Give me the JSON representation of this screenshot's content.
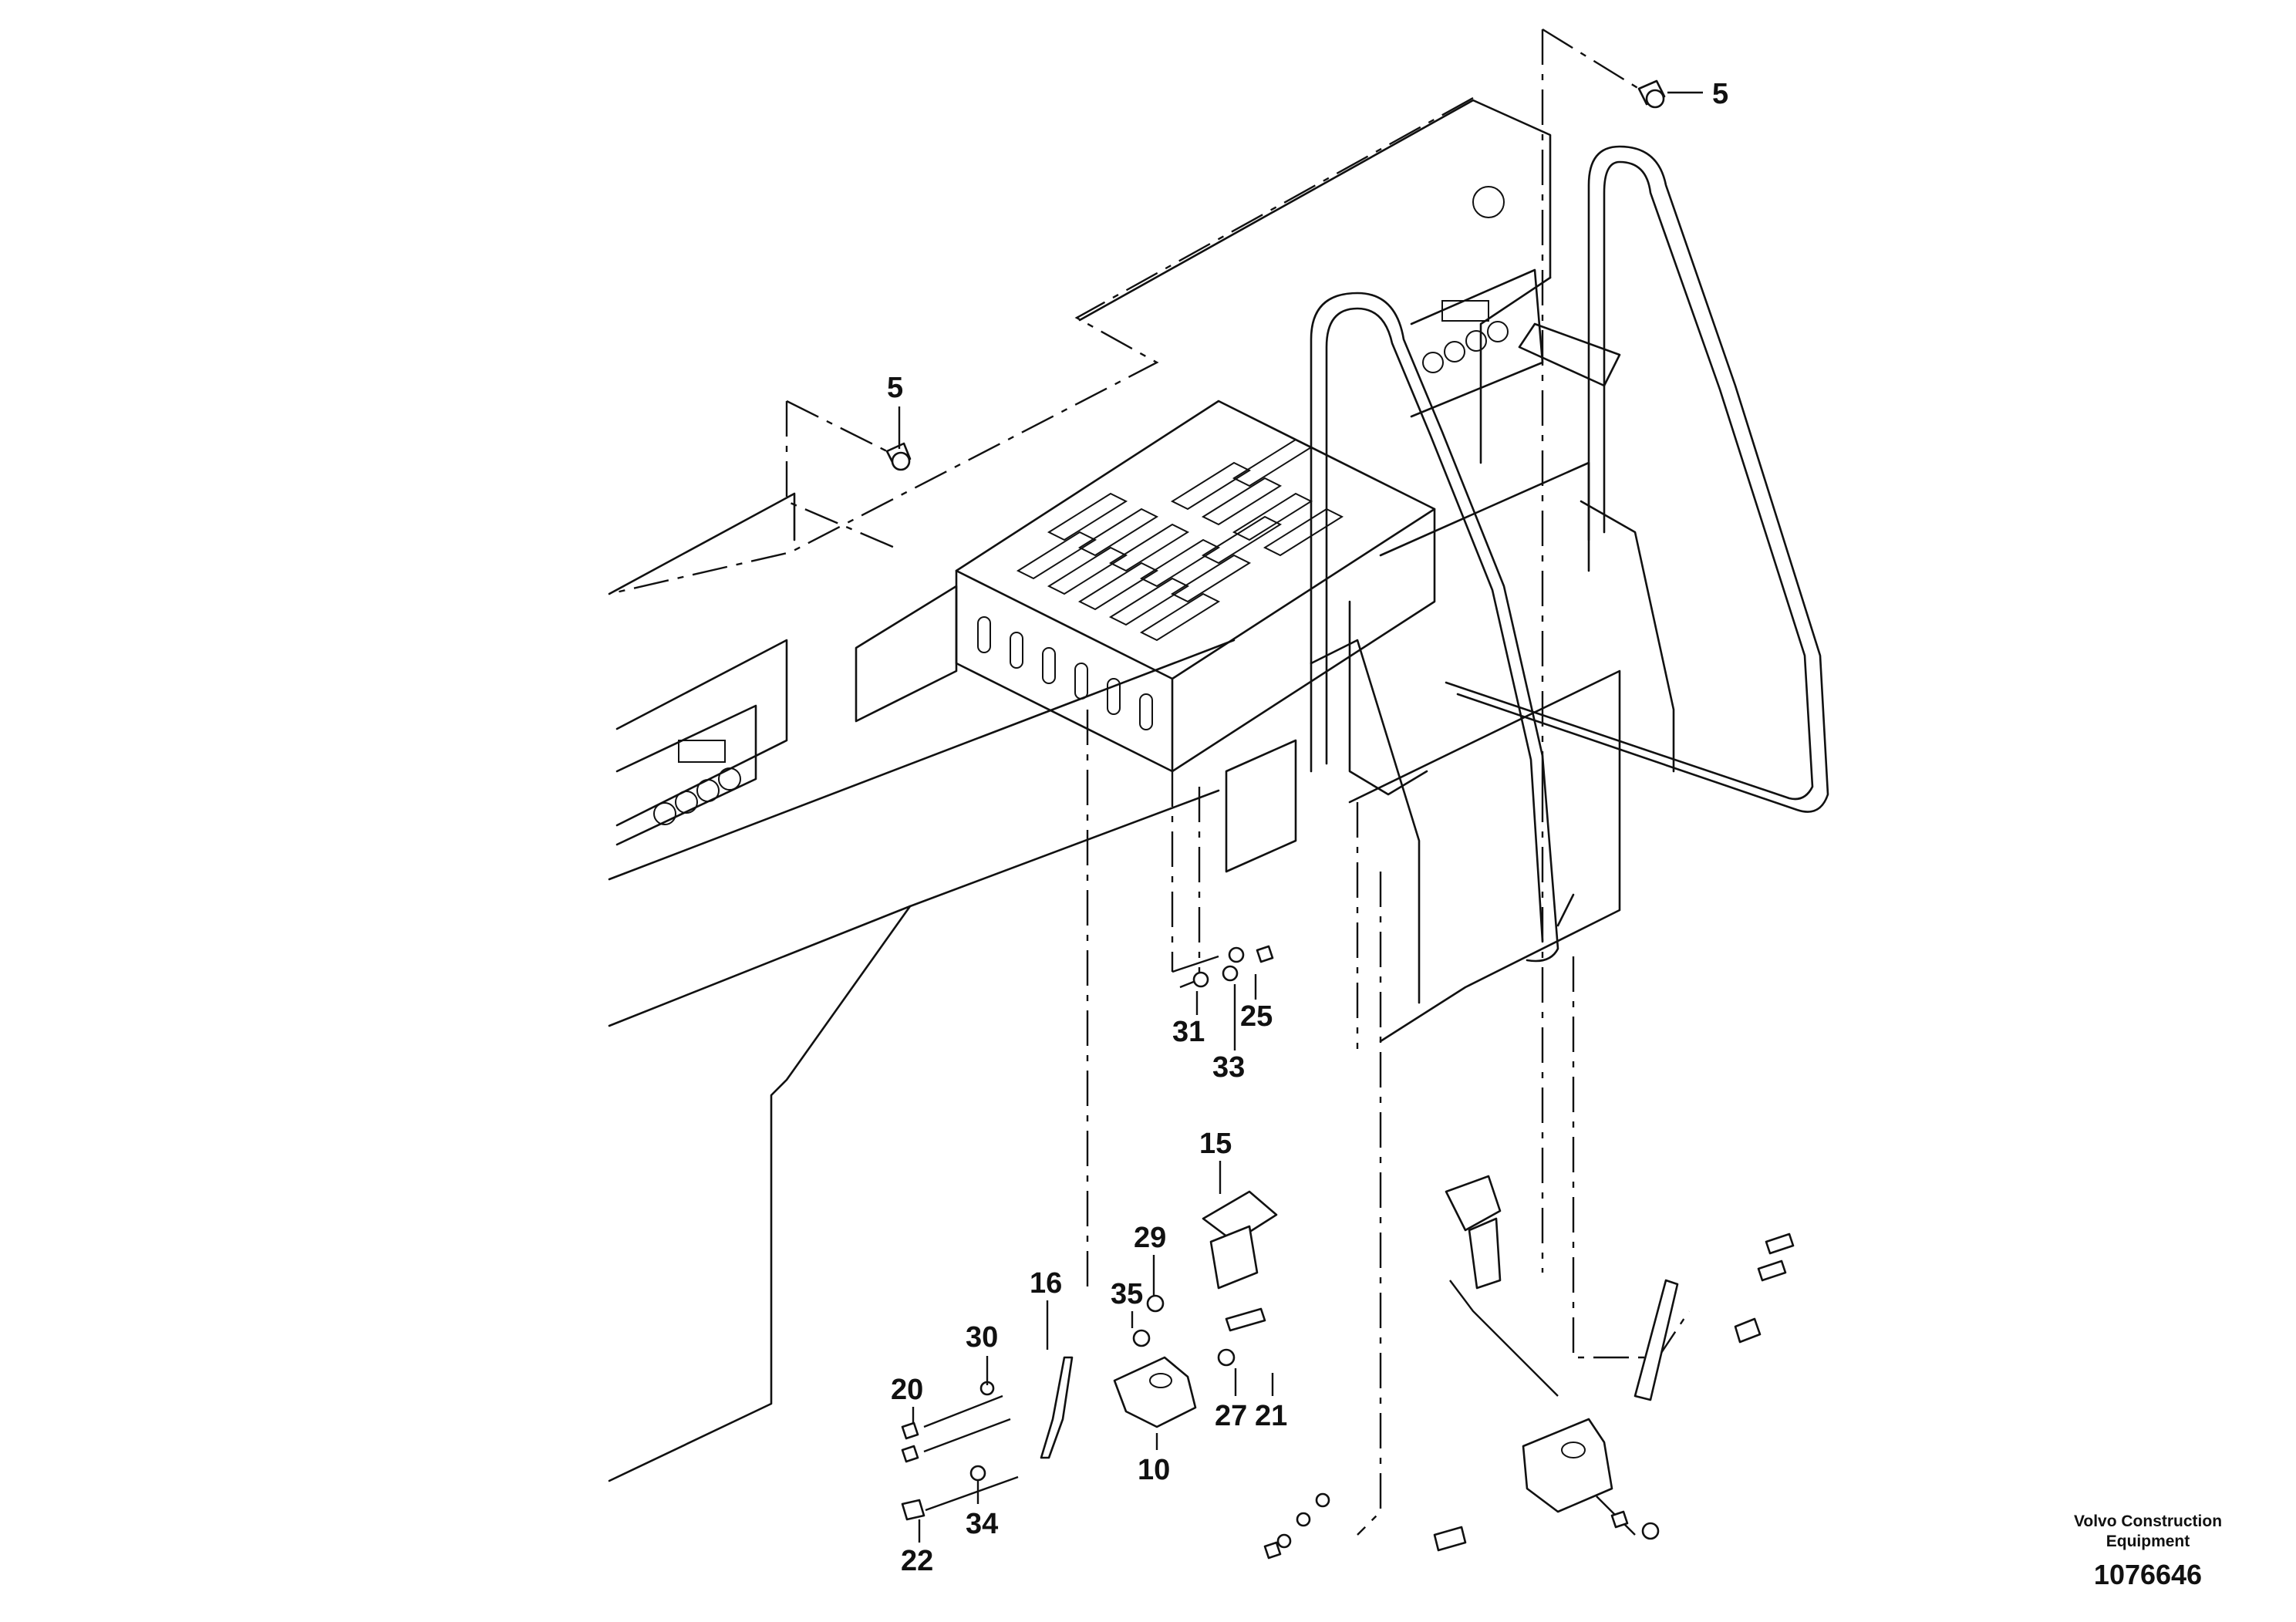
{
  "callouts": {
    "c5a": "5",
    "c5b": "5",
    "c25": "25",
    "c31": "31",
    "c33": "33",
    "c15": "15",
    "c29": "29",
    "c35": "35",
    "c16": "16",
    "c30": "30",
    "c20": "20",
    "c21": "21",
    "c27": "27",
    "c10": "10",
    "c34": "34",
    "c22": "22"
  },
  "brand": {
    "line1": "Volvo Construction",
    "line2": "Equipment",
    "drawing_number": "1076646"
  }
}
